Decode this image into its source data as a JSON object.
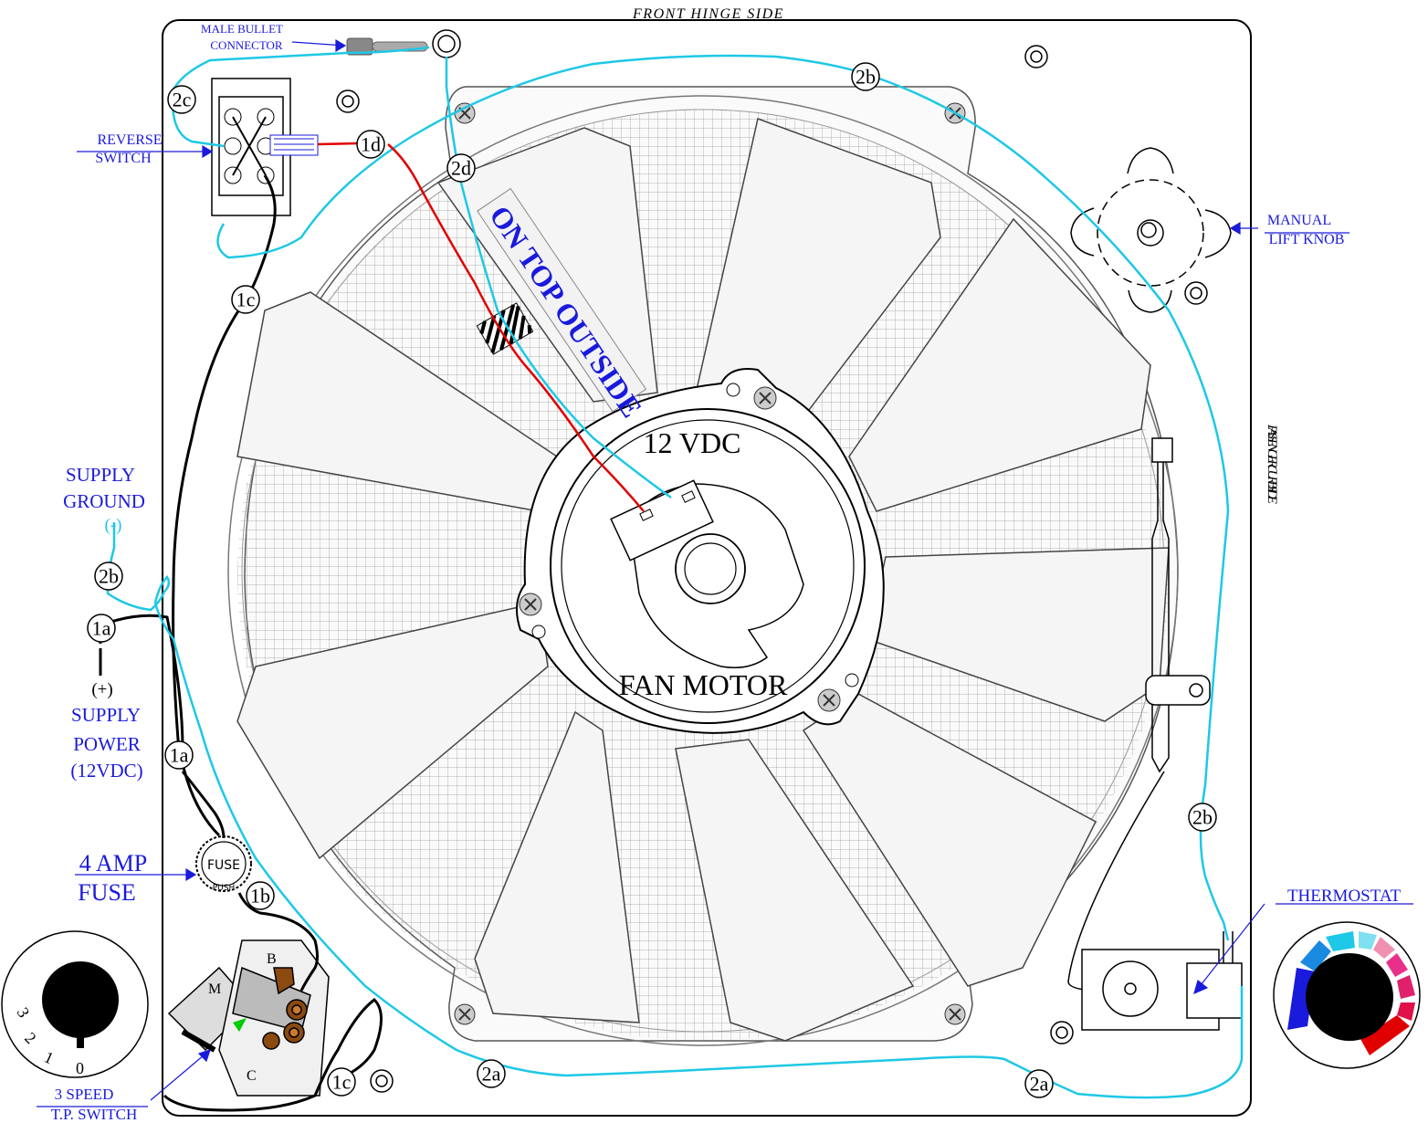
{
  "header": {
    "front_hinge": "FRONT HINGE SIDE"
  },
  "side_label": {
    "text": "PASSENGER CURB SIDE"
  },
  "motor": {
    "voltage": "12 VDC",
    "name": "FAN MOTOR"
  },
  "banner": {
    "on_top": "ON TOP OUTSIDE"
  },
  "callouts": {
    "male_bullet_1": "MALE BULLET",
    "male_bullet_2": "CONNECTOR",
    "reverse_1": "REVERSE",
    "reverse_2": "SWITCH",
    "manual_1": "MANUAL",
    "manual_2": "LIFT KNOB",
    "thermostat": "THERMOSTAT",
    "fuse_amp": "4 AMP",
    "fuse_word": "FUSE",
    "speed_1": "3 SPEED",
    "speed_2": "T.P. SWITCH",
    "supply_ground_1": "SUPPLY",
    "supply_ground_2": "GROUND",
    "supply_ground_3": "(-)",
    "supply_power_0": "(+)",
    "supply_power_1": "SUPPLY",
    "supply_power_2": "POWER",
    "supply_power_3": "(12VDC)",
    "fuse_cap": "FUSE",
    "fuse_push": "PUSH",
    "tp_m": "M",
    "tp_b": "B",
    "tp_c": "C"
  },
  "dial": {
    "ticks": [
      "3",
      "2",
      "1",
      "0"
    ]
  },
  "wires": {
    "1a_top": "1a",
    "1a_mid": "1a",
    "1b": "1b",
    "1c_top": "1c",
    "1c_bot": "1c",
    "1d": "1d",
    "2a_left": "2a",
    "2a_right": "2a",
    "2b_top": "2b",
    "2b_right": "2b",
    "2b_left": "2b",
    "2c": "2c",
    "2d": "2d"
  },
  "colors": {
    "label_blue": "#1a1adc",
    "ground_cyan": "#1ec8e6",
    "power_red": "#e00000"
  },
  "icons": [
    "screw-icon",
    "grommet-icon",
    "fuse-icon",
    "rocker-switch-icon",
    "thermostat-icon",
    "speed-dial-icon",
    "temperature-dial-icon",
    "lift-knob-icon",
    "bullet-connector-icon"
  ]
}
